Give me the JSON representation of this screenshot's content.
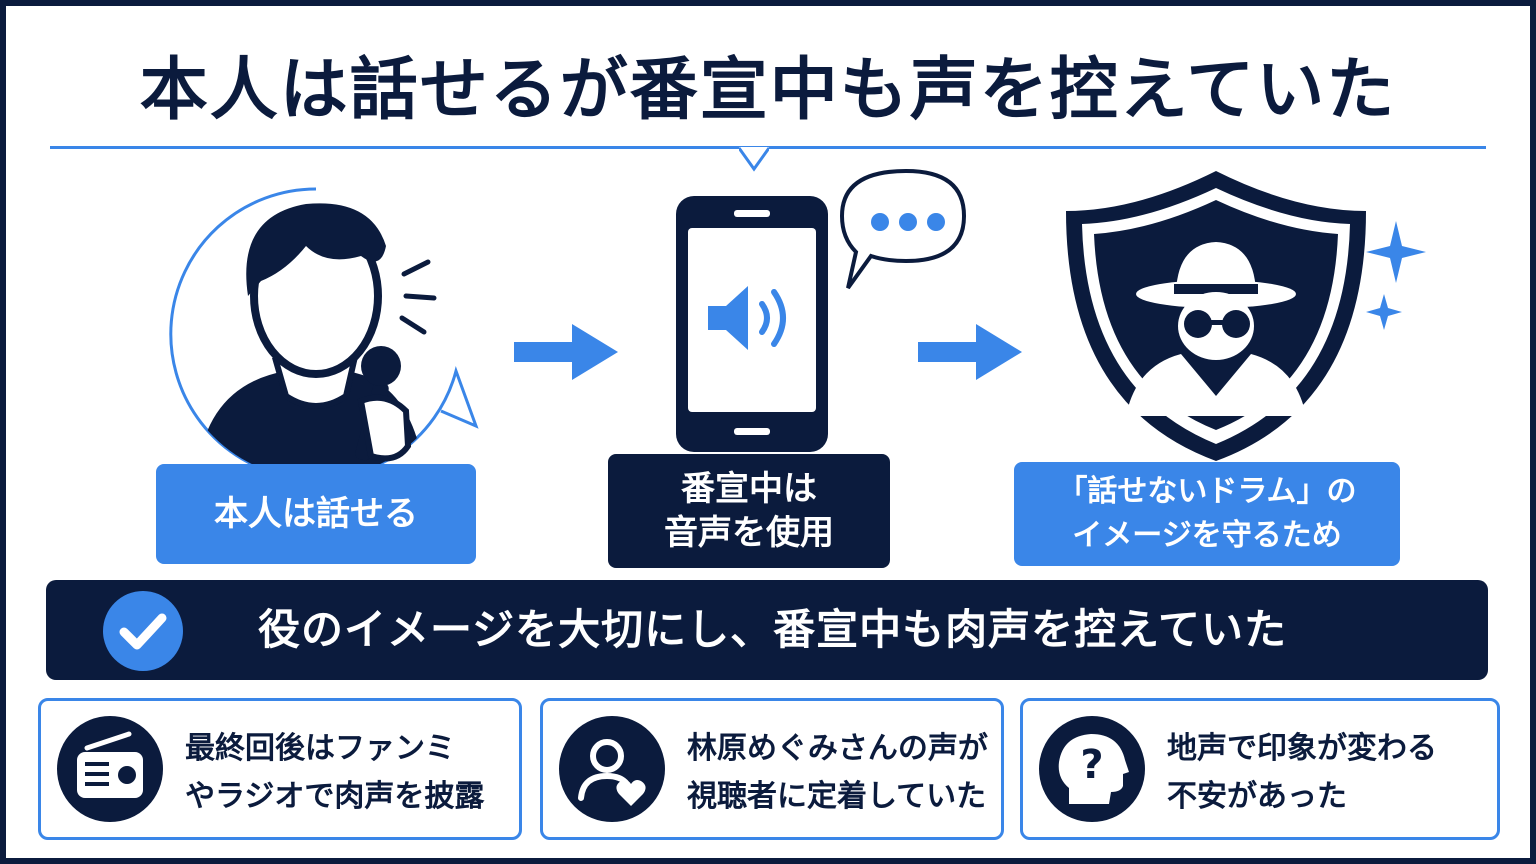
{
  "title": "本人は話せるが番宣中も声を控えていた",
  "panels": [
    {
      "label_lines": [
        "本人は話せる"
      ],
      "icon": "person-with-microphone-icon"
    },
    {
      "label_lines": [
        "番宣中は",
        "音声を使用"
      ],
      "icon": "smartphone-speaker-icon"
    },
    {
      "label_lines": [
        "「話せないドラム」の",
        "イメージを守るため"
      ],
      "icon": "shield-spy-icon"
    }
  ],
  "banner": {
    "text": "役のイメージを大切にし、番宣中も肉声を控えていた",
    "icon": "check-circle-icon"
  },
  "cards": [
    {
      "lines": [
        "最終回後はファンミ",
        "やラジオで肉声を披露"
      ],
      "icon": "radio-icon"
    },
    {
      "lines": [
        "林原めぐみさんの声が",
        "視聴者に定着していた"
      ],
      "icon": "user-heart-icon"
    },
    {
      "lines": [
        "地声で印象が変わる",
        "不安があった"
      ],
      "icon": "head-question-icon"
    }
  ],
  "colors": {
    "navy": "#0b1b3d",
    "blue": "#3a86e8",
    "white": "#ffffff"
  }
}
